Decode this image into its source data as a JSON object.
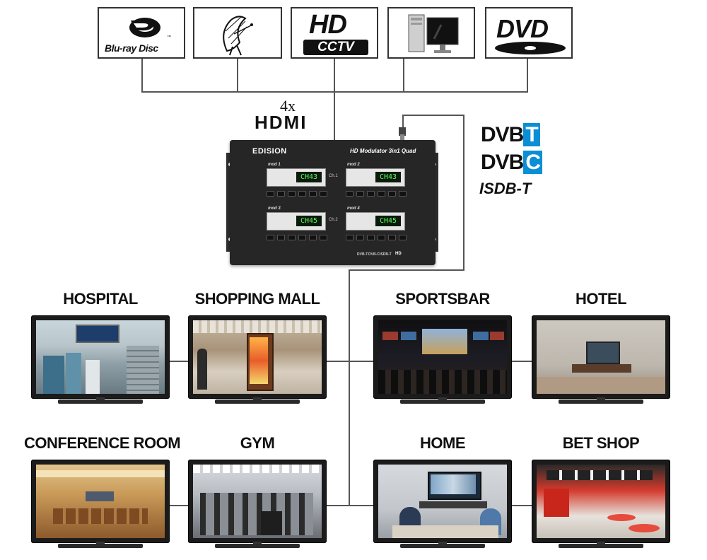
{
  "sources": {
    "bluray": {
      "line1": "Blu-ray Disc",
      "tm": "™"
    },
    "cctv": {
      "hd": "HD",
      "cctv": "CCTV"
    },
    "dvd": {
      "text": "DVD"
    },
    "satellite": {
      "icon": "satellite-dish-icon"
    },
    "pc": {
      "icon": "desktop-computer-icon"
    }
  },
  "hdmi": {
    "count": "4x",
    "label": "HDMI"
  },
  "device": {
    "brand": "EDISION",
    "model": "HD Modulator 3in1 Quad",
    "modules": [
      {
        "label": "mod 1",
        "display": "CH43"
      },
      {
        "label": "mod 2",
        "display": "CH43"
      },
      {
        "label": "mod 3",
        "display": "CH45"
      },
      {
        "label": "mod 4",
        "display": "CH45"
      }
    ],
    "ch1": "Ch.1",
    "ch2": "Ch.2",
    "footer": [
      "DVB-T",
      "DVB-C",
      "ISDB-T",
      "HD"
    ]
  },
  "standards": {
    "dvbt": {
      "prefix": "DVB",
      "suffix": "T"
    },
    "dvbc": {
      "prefix": "DVB",
      "suffix": "C"
    },
    "isdb": "ISDB-T"
  },
  "colors": {
    "dvb_blue": "#0a8fd6",
    "line": "#555555"
  },
  "rooms": {
    "hospital": "HOSPITAL",
    "shopping_mall": "SHOPPING MALL",
    "sportsbar": "SPORTSBAR",
    "hotel": "HOTEL",
    "conference_room": "CONFERENCE ROOM",
    "gym": "GYM",
    "home": "HOME",
    "bet_shop": "BET SHOP"
  }
}
